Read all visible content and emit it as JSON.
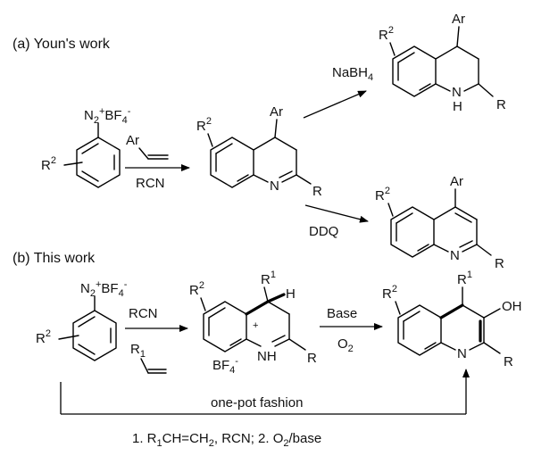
{
  "sections": {
    "a_title": "(a) Youn's work",
    "b_title": "(b) This work"
  },
  "reagents": {
    "ar": "Ar",
    "rcn": "RCN",
    "nabh4_main": "NaBH",
    "nabh4_sub": "4",
    "ddq": "DDQ",
    "base": "Base",
    "o2_main": "O",
    "o2_sub": "2",
    "r1_main": "R",
    "r1_sub": "1",
    "one_pot": "one-pot fashion",
    "footnote": {
      "p1": "1. R",
      "s1": "1",
      "p2": "CH=CH",
      "s2": "2",
      "p3": ", RCN; 2. O",
      "s3": "2",
      "p4": "/base"
    }
  },
  "atoms": {
    "n": "N",
    "nh": "NH",
    "h": "H",
    "r": "R",
    "ar": "Ar",
    "oh": "OH",
    "plus": "+",
    "r2_main": "R",
    "r2_sup": "2",
    "r1_main": "R",
    "r1_sup": "1",
    "diazonium": {
      "n_main": "N",
      "n_sub": "2",
      "plus": "+",
      "bf": "BF",
      "bf_sub": "4",
      "minus": "-"
    },
    "bf4_salt": {
      "bf": "BF",
      "bf_sub": "4",
      "minus": "-"
    }
  }
}
